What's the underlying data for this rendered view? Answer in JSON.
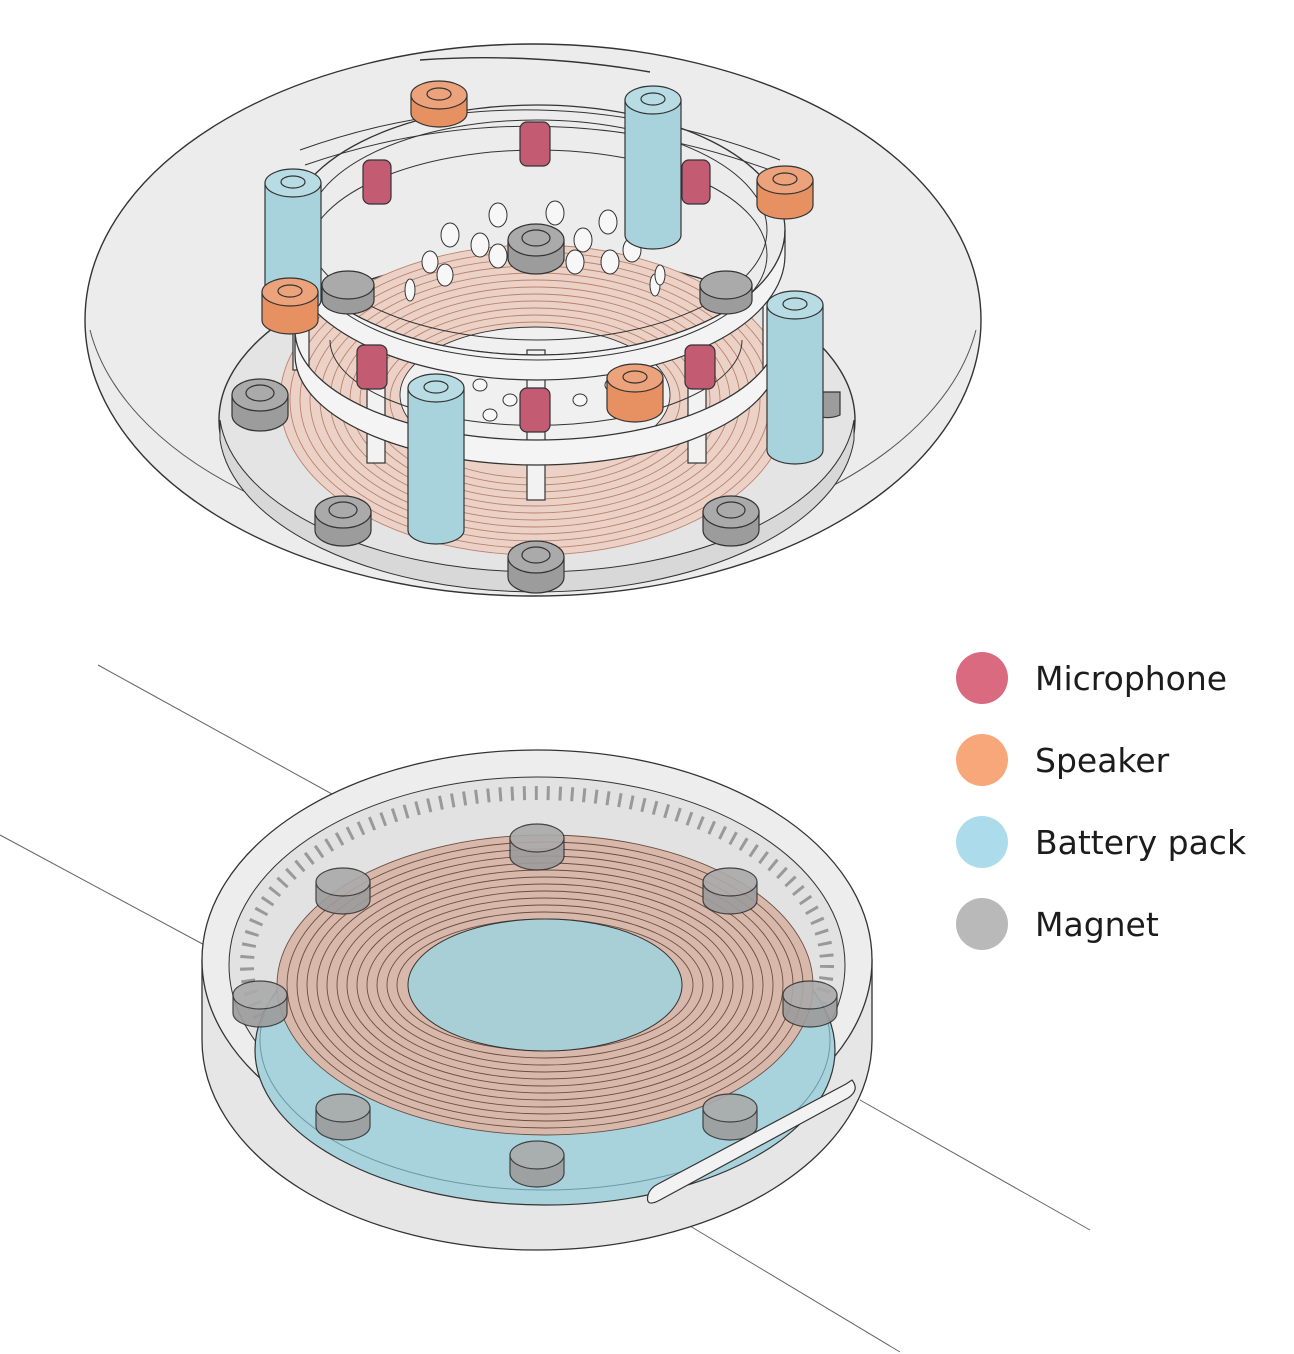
{
  "legend": {
    "items": [
      {
        "label": "Microphone",
        "color": "#d96a80",
        "icon": "microphone-dot"
      },
      {
        "label": "Speaker",
        "color": "#f7a77a",
        "icon": "speaker-dot"
      },
      {
        "label": "Battery pack",
        "color": "#acdcec",
        "icon": "battery-dot"
      },
      {
        "label": "Magnet",
        "color": "#b9b9b9",
        "icon": "magnet-dot"
      }
    ]
  },
  "colors": {
    "outline": "#333333",
    "body": "#e8e8e8",
    "coil": "#e8c6b8",
    "battery": "#a9d3dc",
    "magnet": "#9c9c9c",
    "microphone": "#c35b73",
    "speaker": "#e79163"
  }
}
